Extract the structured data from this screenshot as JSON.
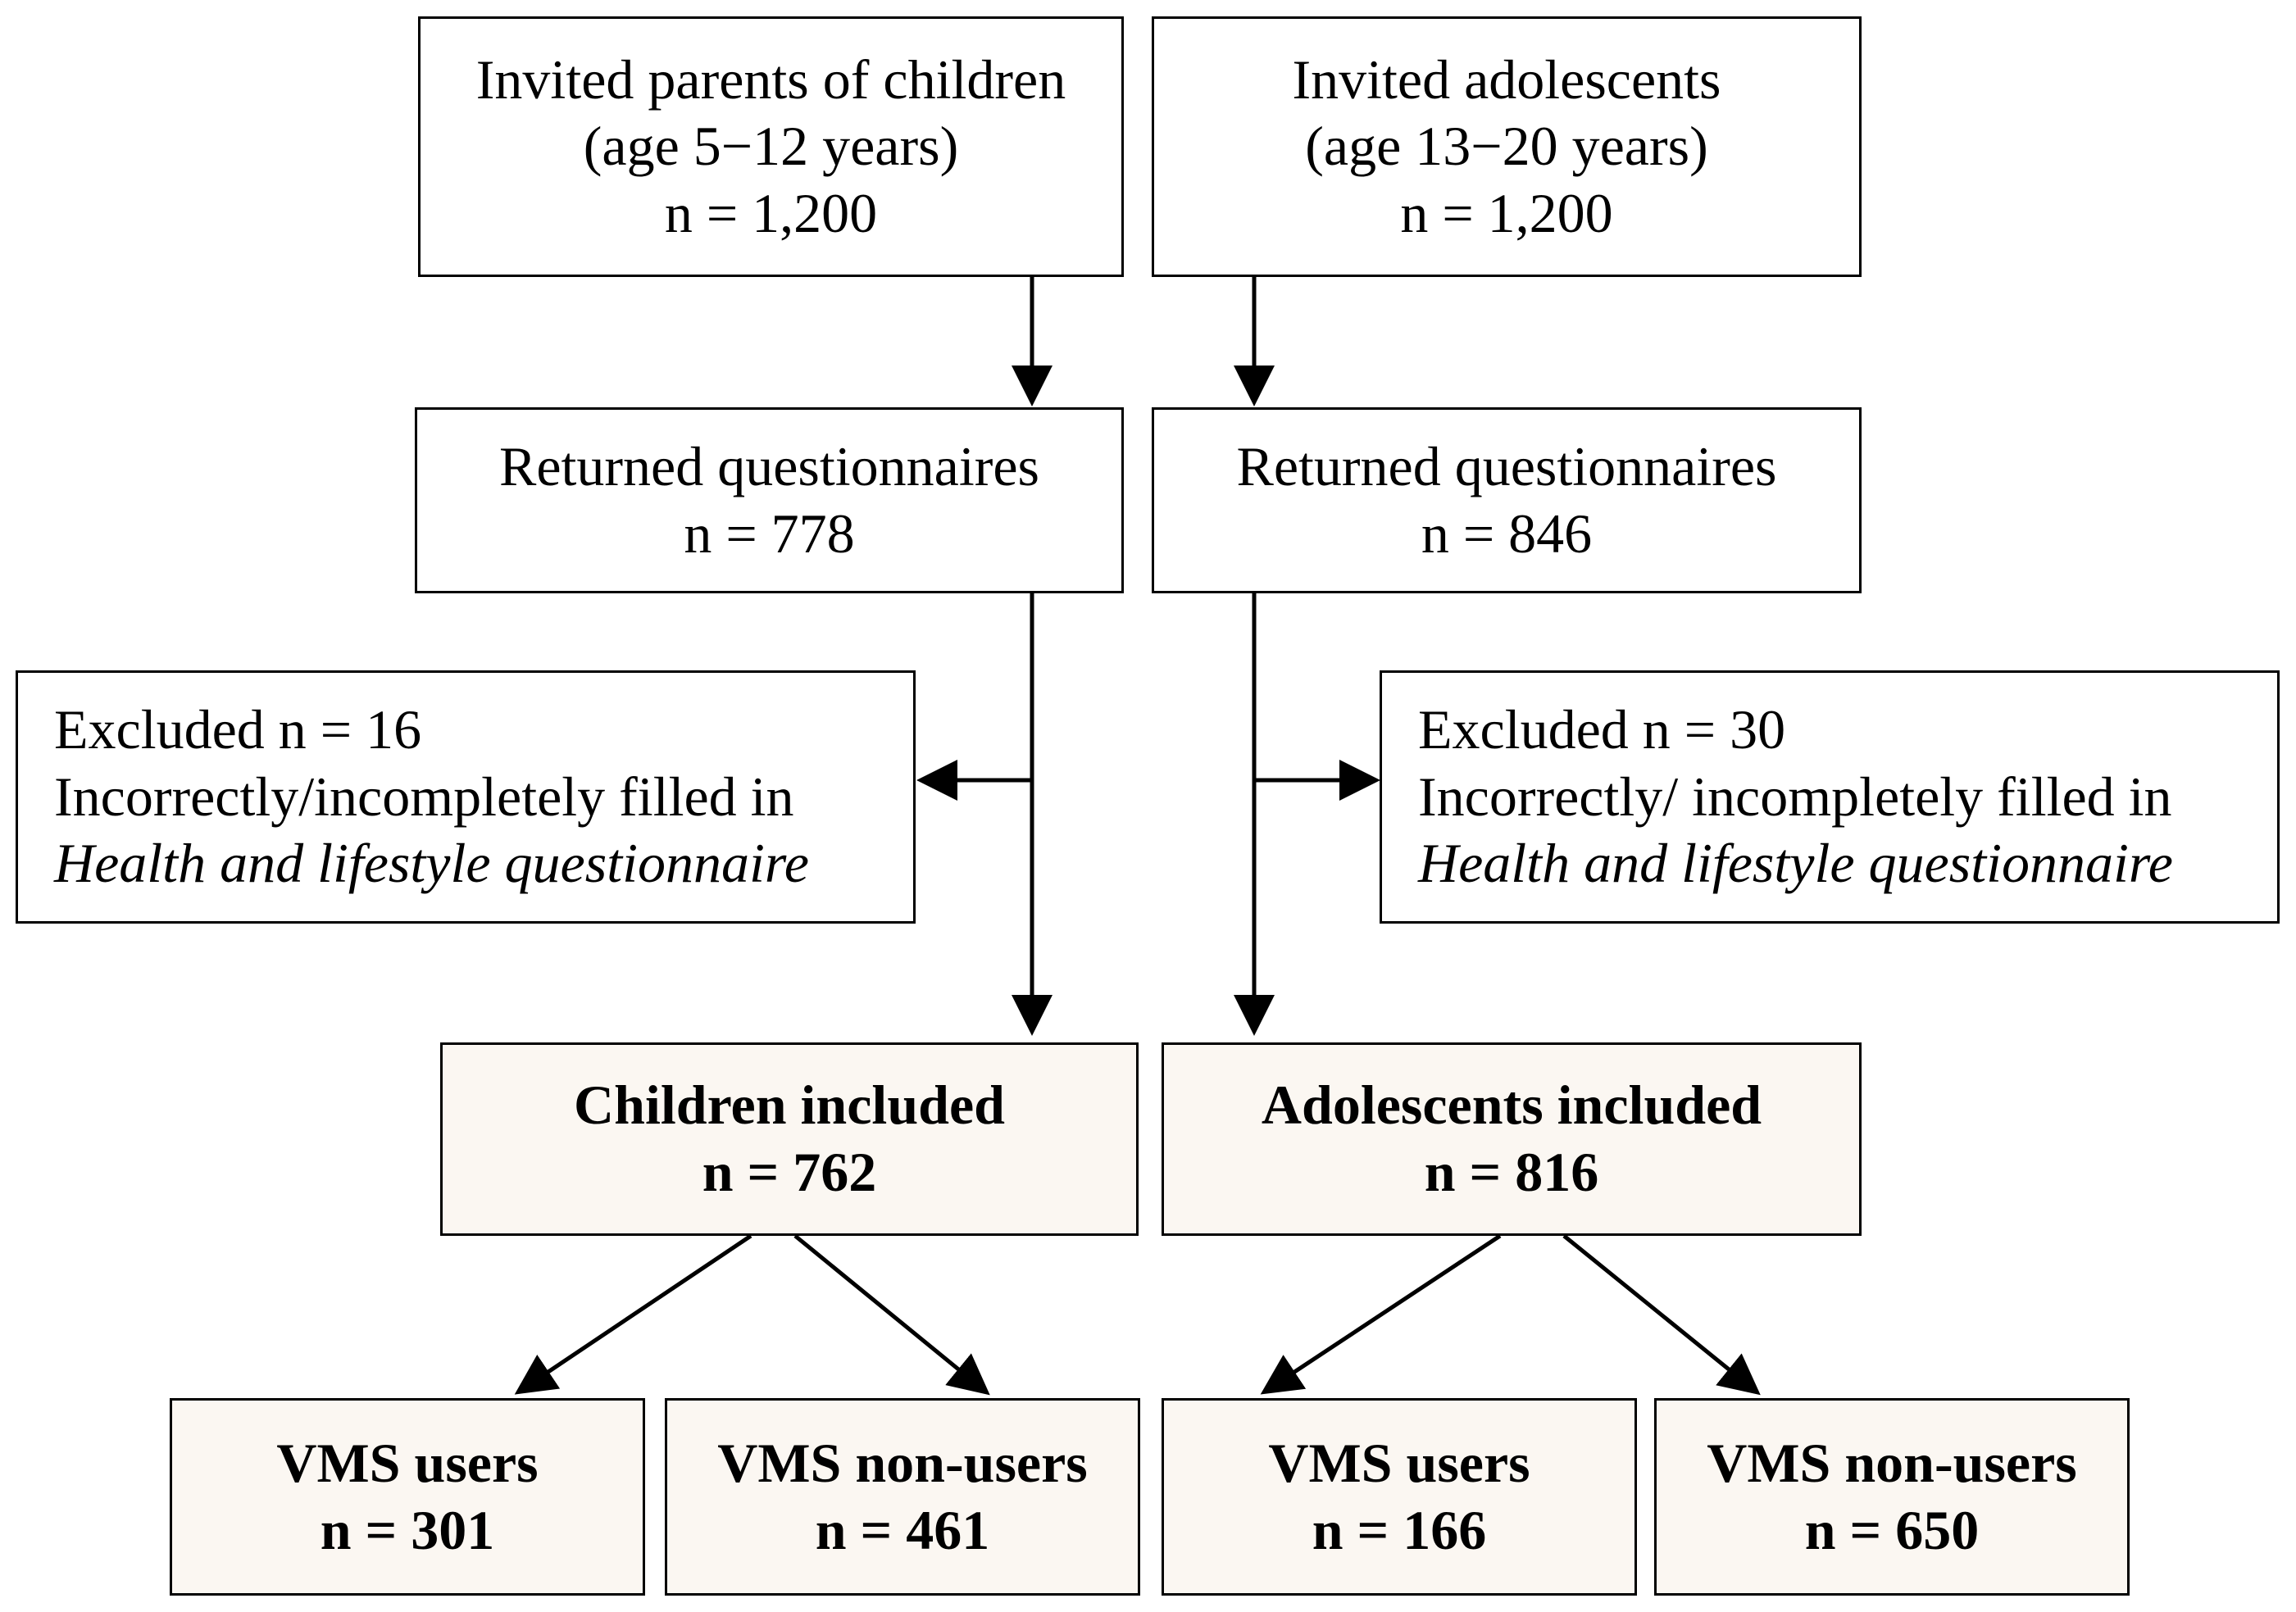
{
  "flowchart": {
    "children": {
      "invited": {
        "line1": "Invited parents of children",
        "line2": "(age 5−12 years)",
        "line3": "n = 1,200"
      },
      "returned": {
        "line1": "Returned questionnaires",
        "line2": "n = 778"
      },
      "excluded": {
        "line1": "Excluded n = 16",
        "line2": "Incorrectly/incompletely filled in",
        "line3": "Health and lifestyle questionnaire"
      },
      "included": {
        "line1": "Children included",
        "line2": "n = 762"
      },
      "users": {
        "line1": "VMS users",
        "line2": "n = 301"
      },
      "non_users": {
        "line1": "VMS non-users",
        "line2": "n = 461"
      }
    },
    "adolescents": {
      "invited": {
        "line1": "Invited adolescents",
        "line2": "(age 13−20 years)",
        "line3": "n = 1,200"
      },
      "returned": {
        "line1": "Returned questionnaires",
        "line2": "n = 846"
      },
      "excluded": {
        "line1": "Excluded n = 30",
        "line2": "Incorrectly/ incompletely filled in",
        "line3": "Health and lifestyle questionnaire"
      },
      "included": {
        "line1": "Adolescents included",
        "line2": "n = 816"
      },
      "users": {
        "line1": "VMS users",
        "line2": "n = 166"
      },
      "non_users": {
        "line1": "VMS non-users",
        "line2": "n = 650"
      }
    }
  },
  "colors": {
    "result_box_fill": "#fbf7f2",
    "stroke": "#000000"
  }
}
